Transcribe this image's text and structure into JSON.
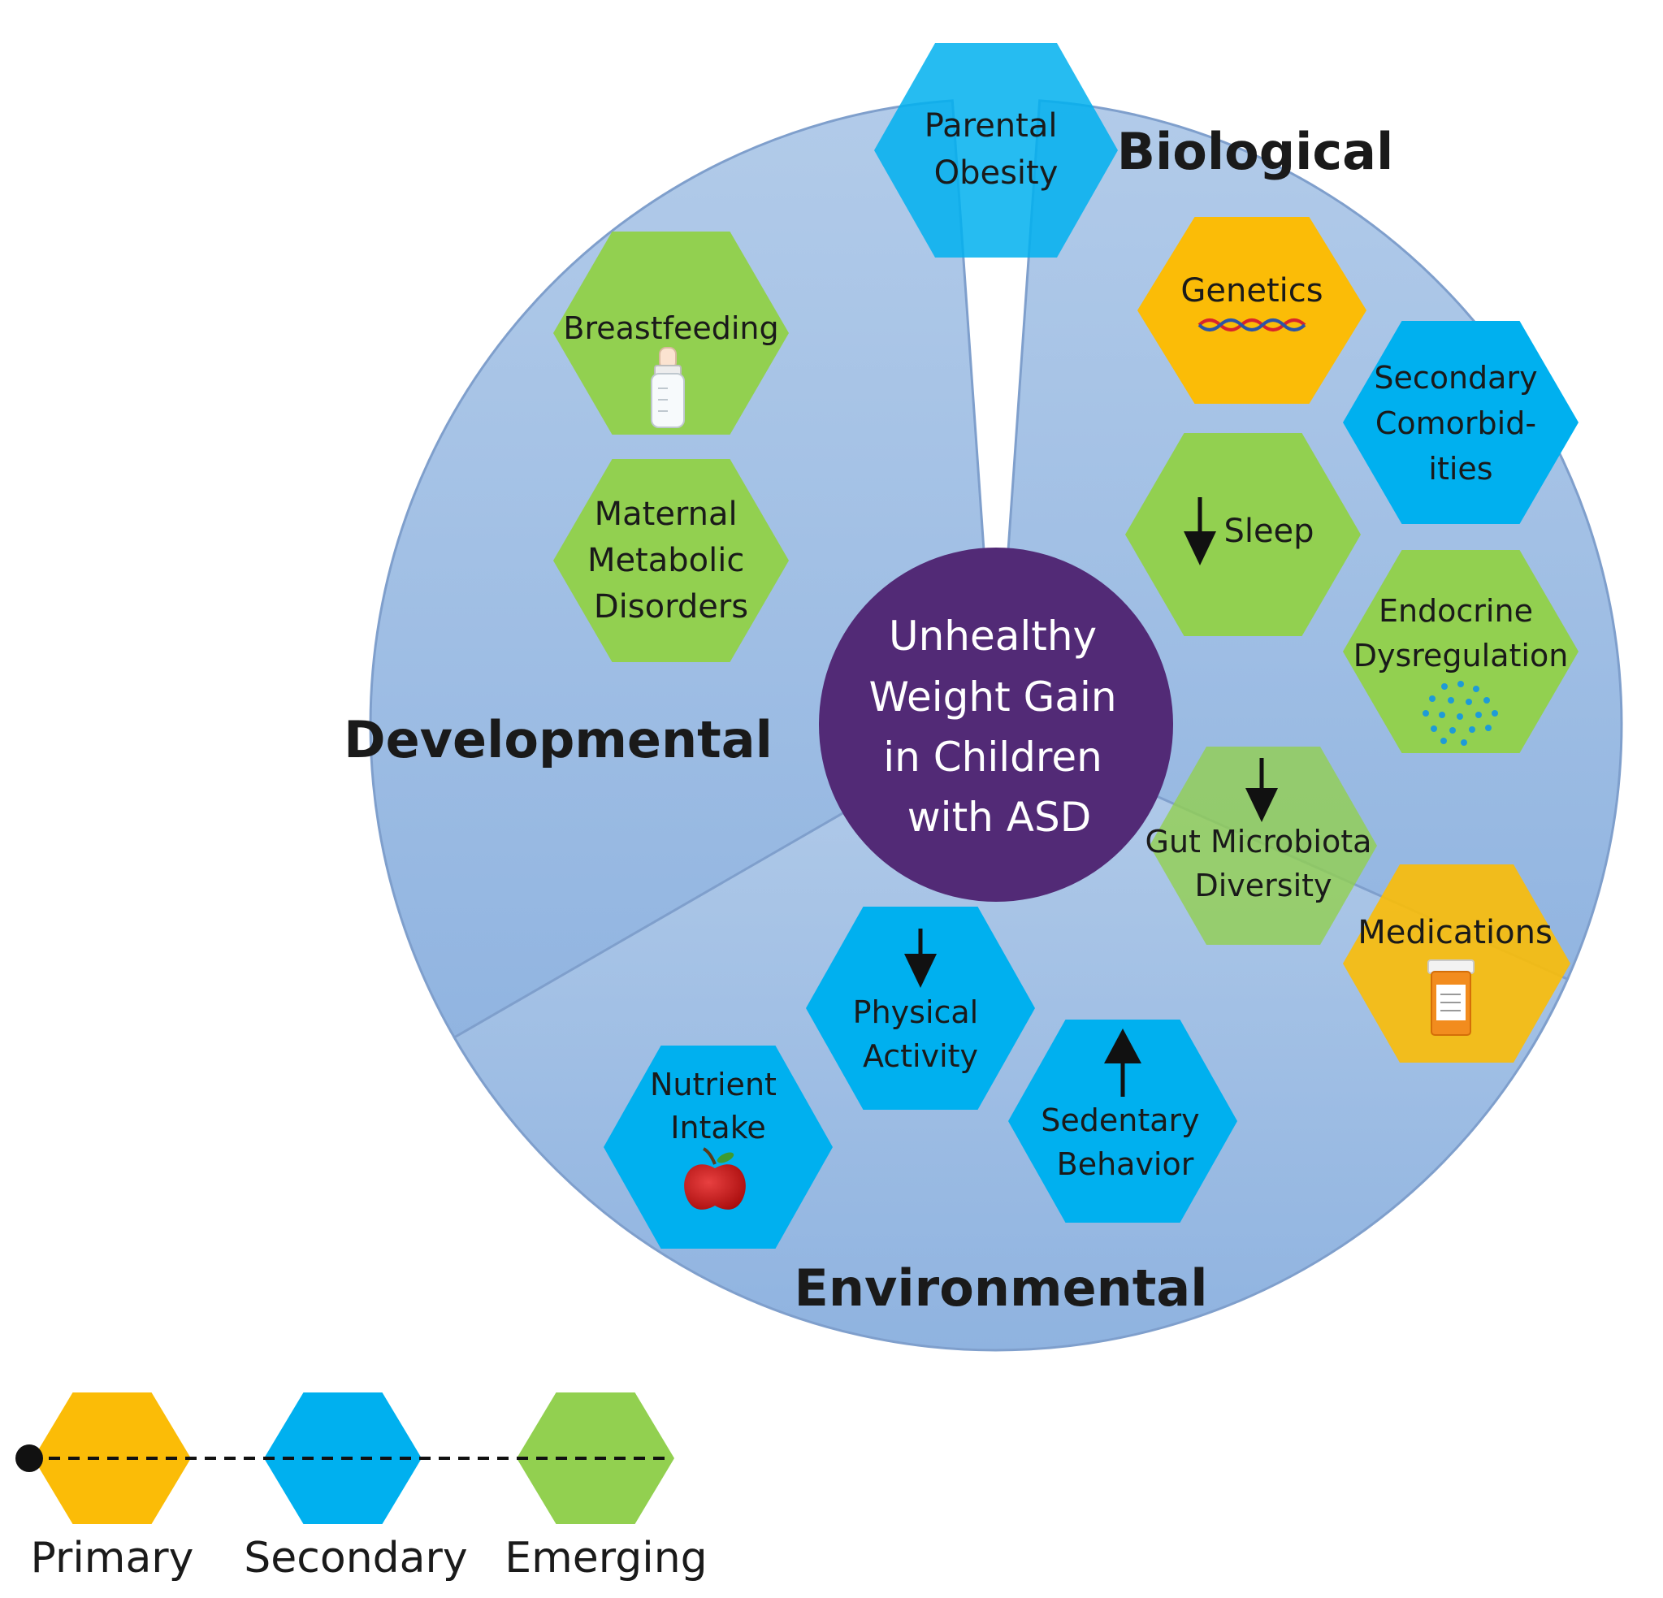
{
  "colors": {
    "primary": "#FBBC07",
    "secondary": "#00B0EF",
    "emerging": "#92D050",
    "sector_fill": "#9DBDE4",
    "sector_stroke": "#7F9FCC",
    "center": "#522A76"
  },
  "center": {
    "lines": [
      "Unhealthy",
      "Weight Gain",
      "in Children",
      "with ASD"
    ]
  },
  "sectors": {
    "biological": "Biological",
    "developmental": "Developmental",
    "environmental": "Environmental"
  },
  "factors": {
    "parental_obesity": {
      "lines": [
        "Parental",
        "Obesity"
      ],
      "category": "secondary"
    },
    "breastfeeding": {
      "lines": [
        "Breastfeeding"
      ],
      "category": "emerging",
      "icon": "baby-bottle-icon"
    },
    "maternal": {
      "lines": [
        "Maternal",
        "Metabolic",
        "Disorders"
      ],
      "category": "emerging"
    },
    "genetics": {
      "lines": [
        "Genetics"
      ],
      "category": "primary",
      "icon": "dna-icon"
    },
    "comorbidities": {
      "lines": [
        "Secondary",
        "Comorbid-",
        "ities"
      ],
      "category": "secondary"
    },
    "sleep": {
      "lines": [
        "Sleep"
      ],
      "category": "emerging",
      "icon": "arrow-down-icon"
    },
    "endocrine": {
      "lines": [
        "Endocrine",
        "Dysregulation"
      ],
      "category": "emerging",
      "icon": "hormone-dots-icon"
    },
    "gut": {
      "lines": [
        "Gut Microbiota",
        "Diversity"
      ],
      "category": "emerging",
      "icon": "arrow-down-icon"
    },
    "medications": {
      "lines": [
        "Medications"
      ],
      "category": "primary",
      "icon": "pill-bottle-icon"
    },
    "physical": {
      "lines": [
        "Physical",
        "Activity"
      ],
      "category": "secondary",
      "icon": "arrow-down-icon"
    },
    "nutrient": {
      "lines": [
        "Nutrient",
        "Intake"
      ],
      "category": "secondary",
      "icon": "apple-icon"
    },
    "sedentary": {
      "lines": [
        "Sedentary",
        "Behavior"
      ],
      "category": "secondary",
      "icon": "arrow-up-icon"
    }
  },
  "legend": {
    "primary": "Primary",
    "secondary": "Secondary",
    "emerging": "Emerging"
  }
}
